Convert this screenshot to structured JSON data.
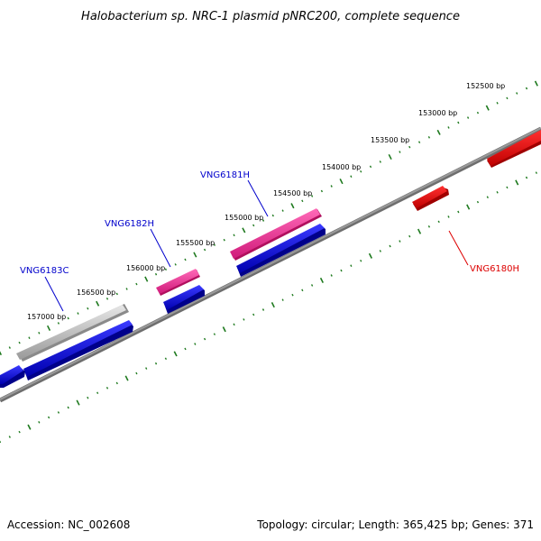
{
  "title": "Halobacterium sp. NRC-1 plasmid pNRC200, complete sequence",
  "footer": {
    "accession": "Accession: NC_002608",
    "stats": "Topology: circular; Length: 365,425 bp; Genes: 371"
  },
  "ruler": {
    "labels": [
      "152500 bp",
      "153000 bp",
      "153500 bp",
      "154000 bp",
      "154500 bp",
      "155000 bp",
      "155500 bp",
      "156000 bp",
      "156500 bp",
      "157000 bp"
    ]
  },
  "genes": [
    {
      "name": "VNG6183C",
      "color": "#0000cc"
    },
    {
      "name": "VNG6182H",
      "color": "#0000cc"
    },
    {
      "name": "VNG6181H",
      "color": "#0000cc"
    },
    {
      "name": "VNG6180H",
      "color": "#dd0000"
    }
  ],
  "colors": {
    "backbone": "#808080",
    "tick": "#1f7a1f",
    "reverse_feature": "#0000e0",
    "forward_feature_pink": "#e8208a",
    "forward_feature_red": "#e00000",
    "forward_feature_gray": "#b4b4b4"
  }
}
